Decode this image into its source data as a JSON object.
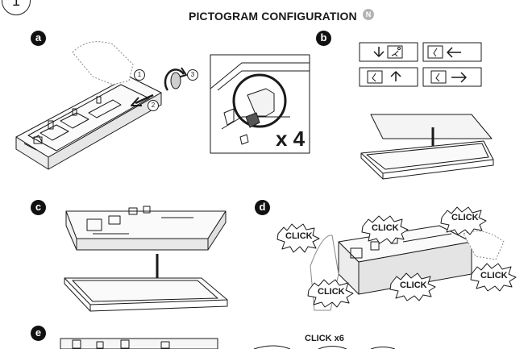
{
  "header": {
    "title": "PICTOGRAM CONFIGURATION",
    "badge": "N",
    "step_number_partial": "1"
  },
  "steps": {
    "a": "a",
    "b": "b",
    "c": "c",
    "d": "d",
    "e": "e"
  },
  "panel_a": {
    "callouts": [
      "1",
      "2",
      "3"
    ],
    "detail_count": "x 4"
  },
  "panel_d": {
    "click_labels": [
      "CLICK",
      "CLICK",
      "CLICK",
      "CLICK",
      "CLICK",
      "CLICK"
    ]
  },
  "panel_e": {
    "click_count": "CLICK x6"
  },
  "colors": {
    "ink": "#1a1a1a",
    "badge": "#b3b3b3",
    "step_fill": "#111111"
  }
}
